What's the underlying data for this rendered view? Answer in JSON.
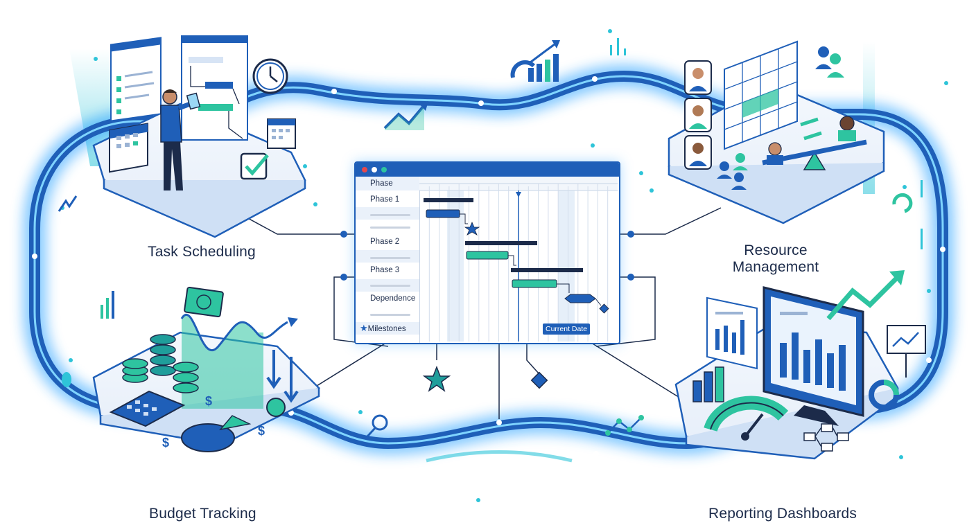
{
  "modules": {
    "task_scheduling": "Task Scheduling",
    "resource_management_line1": "Resource",
    "resource_management_line2": "Management",
    "budget_tracking": "Budget Tracking",
    "reporting_dashboards": "Reporting Dashboards"
  },
  "gantt": {
    "header": "Phase",
    "rows": [
      "Phase 1",
      "Phase 2",
      "Phase 3",
      "Dependence"
    ],
    "milestones_label": "Milestones",
    "current_date_label": "Current Date",
    "window_dots": [
      "#e5484d",
      "#ffffff",
      "#2ec4a0"
    ]
  },
  "colors": {
    "primary": "#1f5fb8",
    "teal": "#2ec4a0",
    "glow": "#28a0ff",
    "navy": "#1c2b4a"
  },
  "icons": [
    "clock-icon",
    "calendar-icon",
    "checkbox-icon",
    "trend-up-icon",
    "bar-chart-icon",
    "dollar-bill-icon",
    "coin-stack-icon",
    "calculator-icon",
    "pie-chart-icon",
    "monitor-icon",
    "gauge-icon",
    "avatar-icon",
    "star-milestone-icon",
    "diamond-milestone-icon",
    "balance-scale-icon"
  ]
}
